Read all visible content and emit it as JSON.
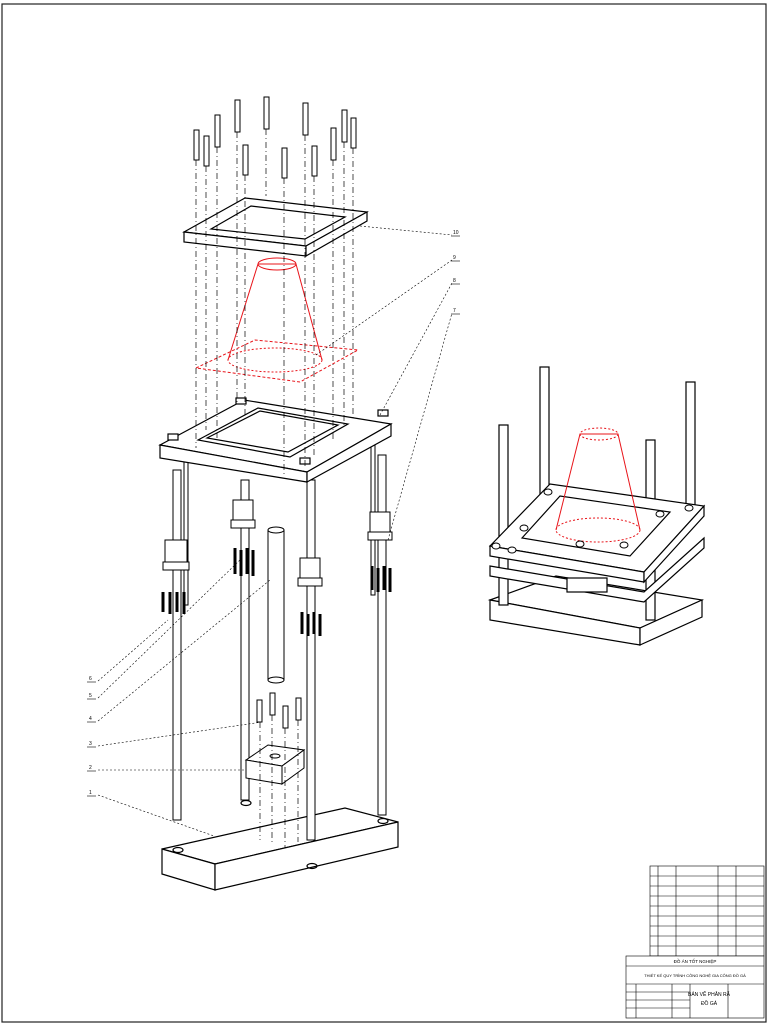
{
  "callouts": [
    {
      "id": "c10",
      "text": "10"
    },
    {
      "id": "c9",
      "text": "9"
    },
    {
      "id": "c8",
      "text": "8"
    },
    {
      "id": "c7",
      "text": "7"
    },
    {
      "id": "c6",
      "text": "6"
    },
    {
      "id": "c5",
      "text": "5"
    },
    {
      "id": "c4",
      "text": "4"
    },
    {
      "id": "c3",
      "text": "3"
    },
    {
      "id": "c2",
      "text": "2"
    },
    {
      "id": "c1",
      "text": "1"
    }
  ],
  "title_block": {
    "project": "ĐỒ ÁN TỐT NGHIỆP",
    "subject": "THIẾT KẾ QUY TRÌNH CÔNG NGHỆ GIA CÔNG ĐỒ GÁ",
    "drawing_title_line1": "BẢN VẼ PHÂN RÃ",
    "drawing_title_line2": "ĐỒ GÁ"
  },
  "colors": {
    "line": "#000000",
    "highlight": "#e8141a",
    "paper": "#ffffff"
  }
}
